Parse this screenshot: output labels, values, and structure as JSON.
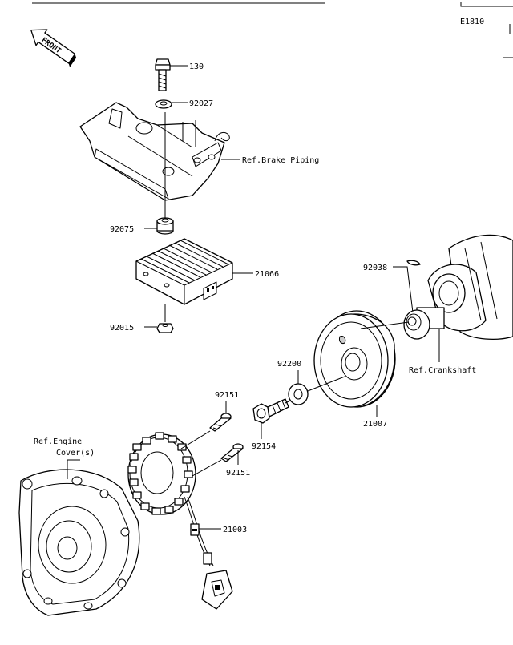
{
  "diagram_code": "E1810",
  "front_label": "FRONT",
  "callouts": {
    "bolt_130": "130",
    "washer_92027": "92027",
    "ref_brake_piping": "Ref.Brake Piping",
    "grommet_92075": "92075",
    "regulator_21066": "21066",
    "nut_92015": "92015",
    "key_92038": "92038",
    "ref_crankshaft": "Ref.Crankshaft",
    "washer_92200": "92200",
    "rotor_21007": "21007",
    "bolt_92151_upper": "92151",
    "bolt_92154": "92154",
    "bolt_92151_lower": "92151",
    "stator_21003": "21003",
    "ref_engine_cover_line1": "Ref.Engine",
    "ref_engine_cover_line2": "Cover(s)"
  },
  "colors": {
    "ink": "#000000",
    "paper": "#ffffff",
    "shade": "#cccccc"
  }
}
